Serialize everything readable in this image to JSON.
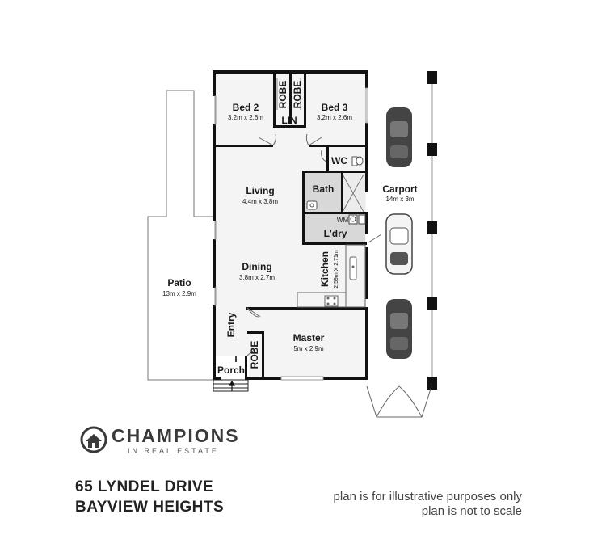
{
  "rooms": {
    "bed2": {
      "name": "Bed 2",
      "dims": "3.2m x 2.6m"
    },
    "bed3": {
      "name": "Bed 3",
      "dims": "3.2m x 2.6m"
    },
    "robe_left": {
      "name": "ROBE"
    },
    "robe_right": {
      "name": "ROBE"
    },
    "linen": {
      "name": "LIN"
    },
    "wc": {
      "name": "WC"
    },
    "bath": {
      "name": "Bath"
    },
    "laundry": {
      "name": "L'dry"
    },
    "wm": {
      "name": "WM"
    },
    "living": {
      "name": "Living",
      "dims": "4.4m x 3.8m"
    },
    "dining": {
      "name": "Dining",
      "dims": "3.8m x 2.7m"
    },
    "kitchen": {
      "name": "Kitchen",
      "dims": "2.59m X 2.71m"
    },
    "carport": {
      "name": "Carport",
      "dims": "14m x 3m"
    },
    "patio": {
      "name": "Patio",
      "dims": "13m x 2.9m"
    },
    "entry": {
      "name": "Entry"
    },
    "master": {
      "name": "Master",
      "dims": "5m x 2.9m"
    },
    "master_robe": {
      "name": "ROBE"
    },
    "porch": {
      "name": "Porch"
    }
  },
  "branding": {
    "name": "CHAMPIONS",
    "tagline": "IN REAL ESTATE"
  },
  "address": {
    "line1": "65 LYNDEL DRIVE",
    "line2": "BAYVIEW HEIGHTS"
  },
  "disclaimer": {
    "line1": "plan is for illustrative purposes only",
    "line2": "plan is not to scale"
  }
}
